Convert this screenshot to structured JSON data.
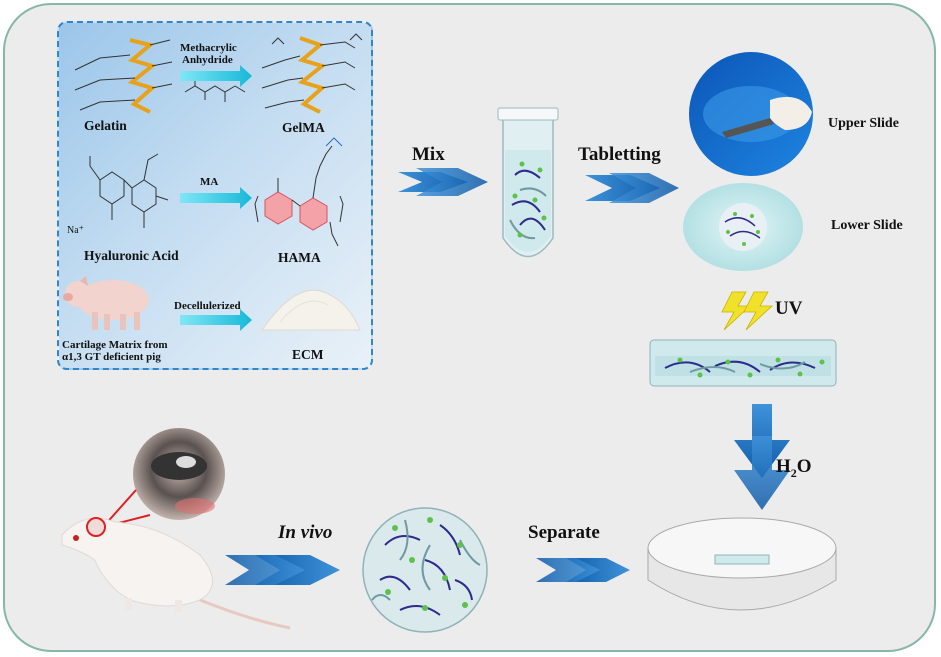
{
  "synthesis": {
    "gelatin_label": "Gelatin",
    "gelma_label": "GelMA",
    "reagent1_line1": "Methacrylic",
    "reagent1_line2": "Anhydride",
    "ha_label": "Hyaluronic Acid",
    "hama_label": "HAMA",
    "reagent2": "MA",
    "na_label": "Na⁺",
    "pig_label_line1": "Cartilage Matrix from",
    "pig_label_line2": "α1,3 GT deficient pig",
    "reagent3": "Decellulerized",
    "ecm_label": "ECM"
  },
  "flow": {
    "mix": "Mix",
    "tabletting": "Tabletting",
    "upper_slide": "Upper Slide",
    "lower_slide": "Lower Slide",
    "uv": "UV",
    "h2o_main": "H",
    "h2o_sub": "2",
    "h2o_end": "O",
    "separate": "Separate",
    "in_vivo": "In vivo"
  },
  "colors": {
    "arrow_blue": "#1f6fc0",
    "panel_border": "#2f86c8",
    "fiber_purple": "#2d2b8c",
    "fiber_gray": "#6f9aa3",
    "dot_green": "#5cc24a",
    "frame_border": "#86b7a8",
    "lightning": "#f2e12a"
  }
}
